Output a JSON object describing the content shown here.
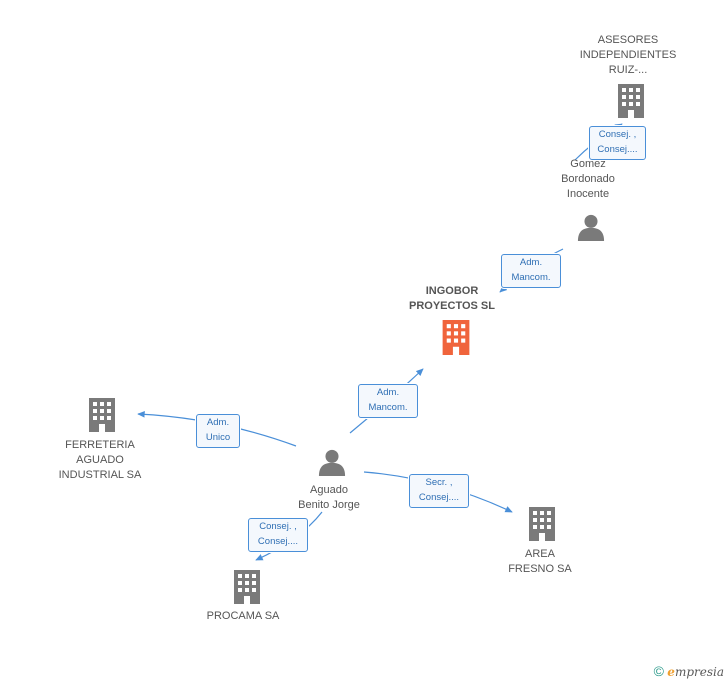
{
  "nodes": {
    "asesores": {
      "label": "ASESORES\nINDEPENDIENTES\nRUIZ-...",
      "type": "company"
    },
    "gomez": {
      "label": "Gomez\nBordonado\nInocente",
      "type": "person"
    },
    "ingobor": {
      "label": "INGOBOR\nPROYECTOS SL",
      "type": "company-main"
    },
    "ferreteria": {
      "label": "FERRETERIA\nAGUADO\nINDUSTRIAL SA",
      "type": "company"
    },
    "aguado": {
      "label": "Aguado\nBenito Jorge",
      "type": "person"
    },
    "area": {
      "label": "AREA\nFRESNO SA",
      "type": "company"
    },
    "procama": {
      "label": "PROCAMA SA",
      "type": "company"
    }
  },
  "edges": {
    "gomez_asesores": "Consej. ,\nConsej....",
    "gomez_ingobor": "Adm.\nMancom.",
    "aguado_ingobor": "Adm.\nMancom.",
    "aguado_ferreteria": "Adm.\nUnico",
    "aguado_area": "Secr. ,\nConsej....",
    "aguado_procama": "Consej. ,\nConsej...."
  },
  "colors": {
    "company": "#7a7a7a",
    "company_main": "#f0643c",
    "person": "#7a7a7a",
    "edge": "#4a8fd8"
  },
  "footer": {
    "copyright": "©",
    "brand_e": "e",
    "brand_rest": "mpresia"
  }
}
